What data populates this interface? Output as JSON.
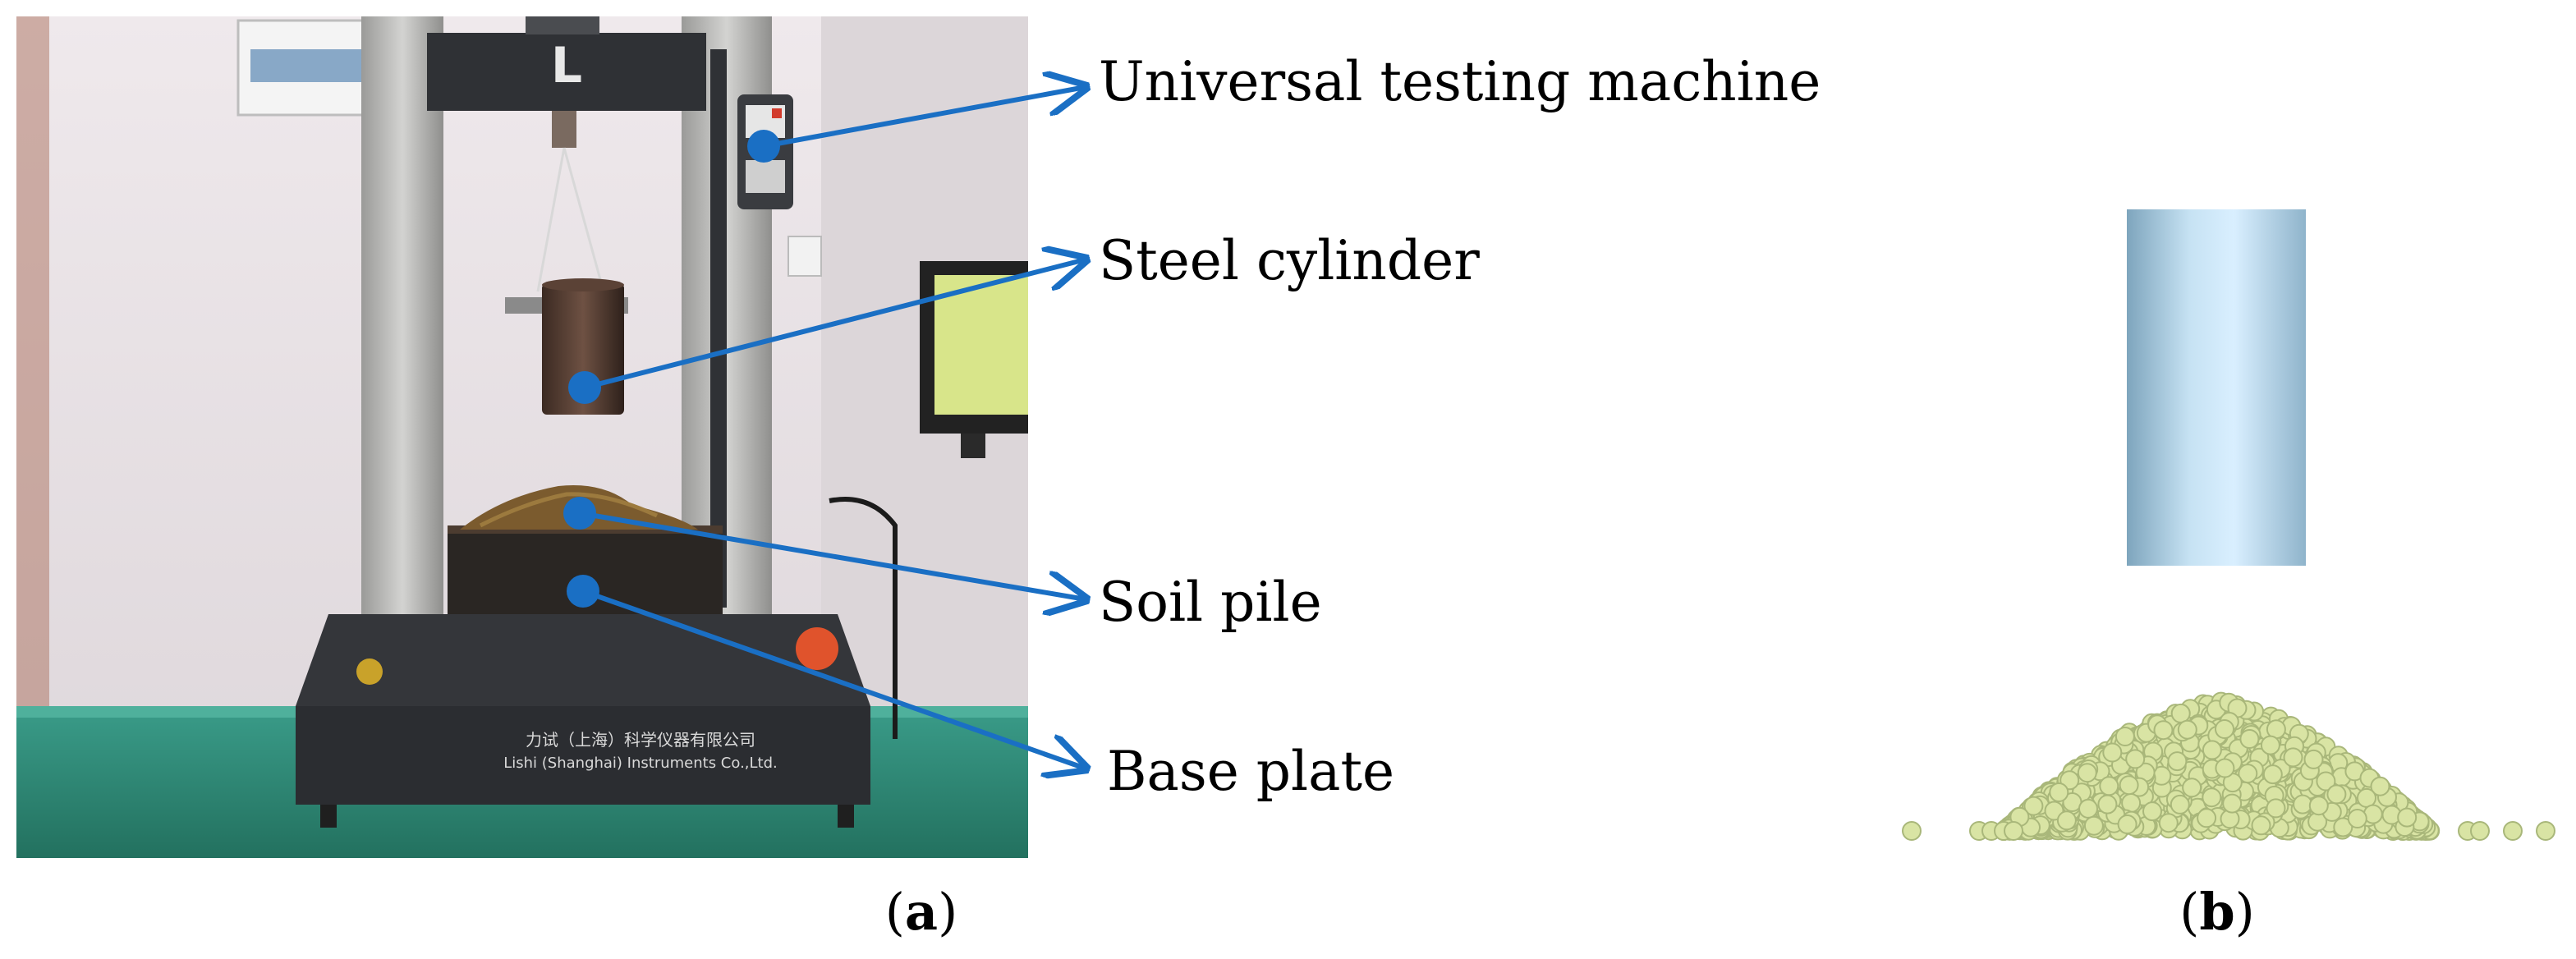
{
  "callouts": [
    {
      "id": "universal-testing-machine",
      "text": "Universal testing machine"
    },
    {
      "id": "steel-cylinder",
      "text": "Steel cylinder"
    },
    {
      "id": "soil-pile",
      "text": "Soil pile"
    },
    {
      "id": "base-plate",
      "text": "Base plate"
    }
  ],
  "panels": {
    "a": {
      "open": "(",
      "letter": "a",
      "close": ")"
    },
    "b": {
      "open": "(",
      "letter": "b",
      "close": ")"
    }
  },
  "photo_text": {
    "company_cn": "力试（上海）科学仪器有限公司",
    "company_en": "Lishi (Shanghai) Instruments Co.,Ltd."
  },
  "colors": {
    "arrow": "#1a6fc4",
    "machine_frame": "#b9b9b7",
    "machine_dark": "#2f3135",
    "bench": "#2f8f7e",
    "wall": "#e9e3e6",
    "cylinder_light": "#cfe6f5",
    "cylinder_dark": "#7ea5bd",
    "particle": "#d9e4a4",
    "particle_edge": "#a9b77a"
  }
}
